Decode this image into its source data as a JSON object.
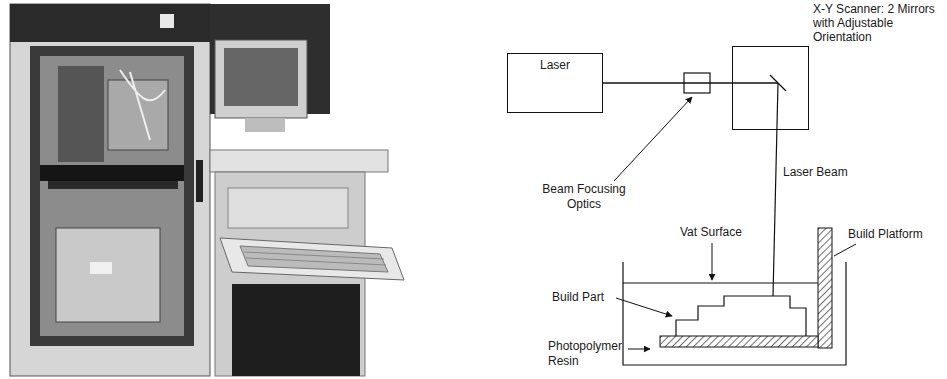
{
  "diagram": {
    "nodes": [
      {
        "text": [
          "Laser"
        ]
      },
      {
        "text": [
          "X-Y Scanner: 2 Mirrors with Adjustable Orientation"
        ]
      }
    ],
    "edges": [
      {
        "from": 0,
        "to": 1,
        "arrow": "none"
      }
    ],
    "labels": [
      "Beam Focusing Optics",
      "Laser Beam",
      "Vat Surface",
      "Build Platform",
      "Build Part",
      "Photopolymer Resin"
    ]
  }
}
